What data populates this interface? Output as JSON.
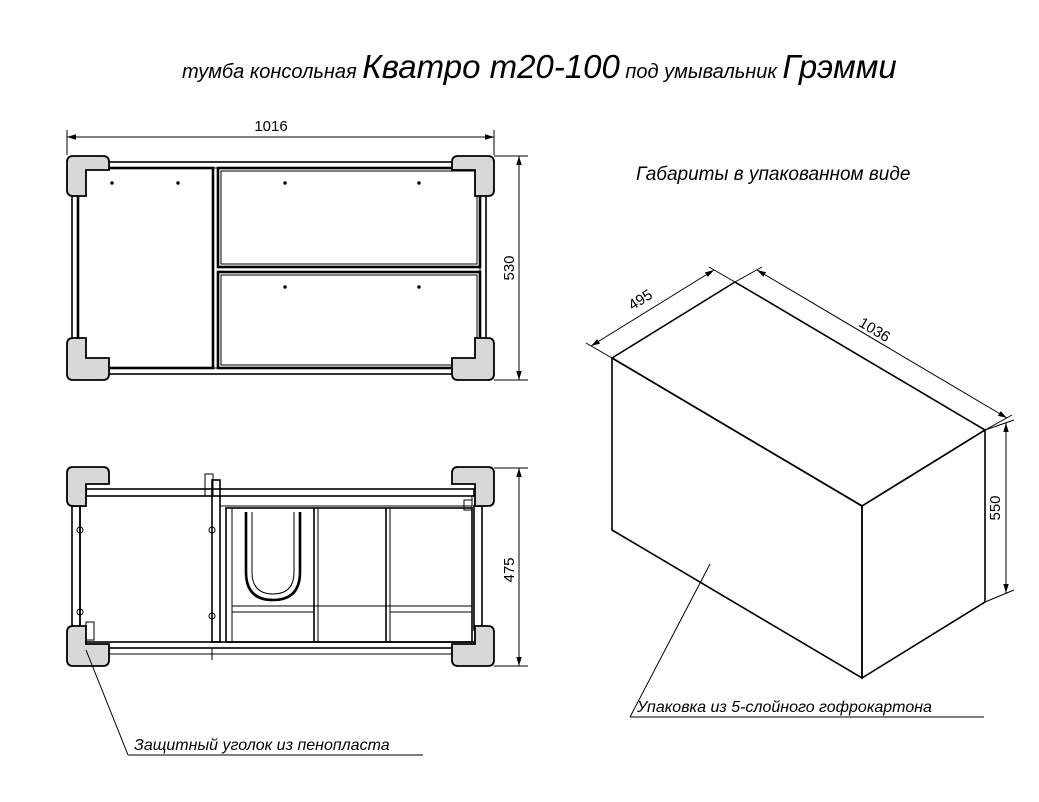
{
  "title": {
    "part1": "тумба консольная ",
    "part2": "Кватро т20-100",
    "part3": " под умывальник ",
    "part4": "Грэмми"
  },
  "top_view": {
    "width_dim": "1016",
    "depth_dim": "530"
  },
  "front_view": {
    "height_dim": "475",
    "note": "Защитный уголок из пенопласта"
  },
  "package": {
    "heading": "Габариты в упакованном виде",
    "depth_dim": "495",
    "length_dim": "1036",
    "height_dim": "550",
    "material_note": "Упаковка из 5-слойного гофрокартона"
  }
}
